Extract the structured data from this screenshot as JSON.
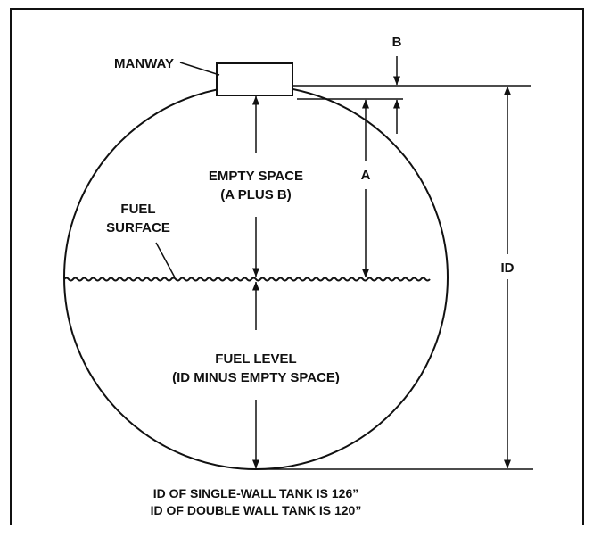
{
  "labels": {
    "manway": "MANWAY",
    "b": "B",
    "a": "A",
    "id": "ID",
    "empty_space_line1": "EMPTY SPACE",
    "empty_space_line2": "(A PLUS B)",
    "fuel_surface_line1": "FUEL",
    "fuel_surface_line2": "SURFACE",
    "fuel_level_line1": "FUEL LEVEL",
    "fuel_level_line2": "(ID MINUS EMPTY SPACE)"
  },
  "notes": {
    "single_wall": "ID OF SINGLE-WALL TANK IS 126”",
    "double_wall": "ID OF DOUBLE WALL TANK IS 120”"
  },
  "colors": {
    "line": "#111111",
    "background": "#ffffff"
  }
}
